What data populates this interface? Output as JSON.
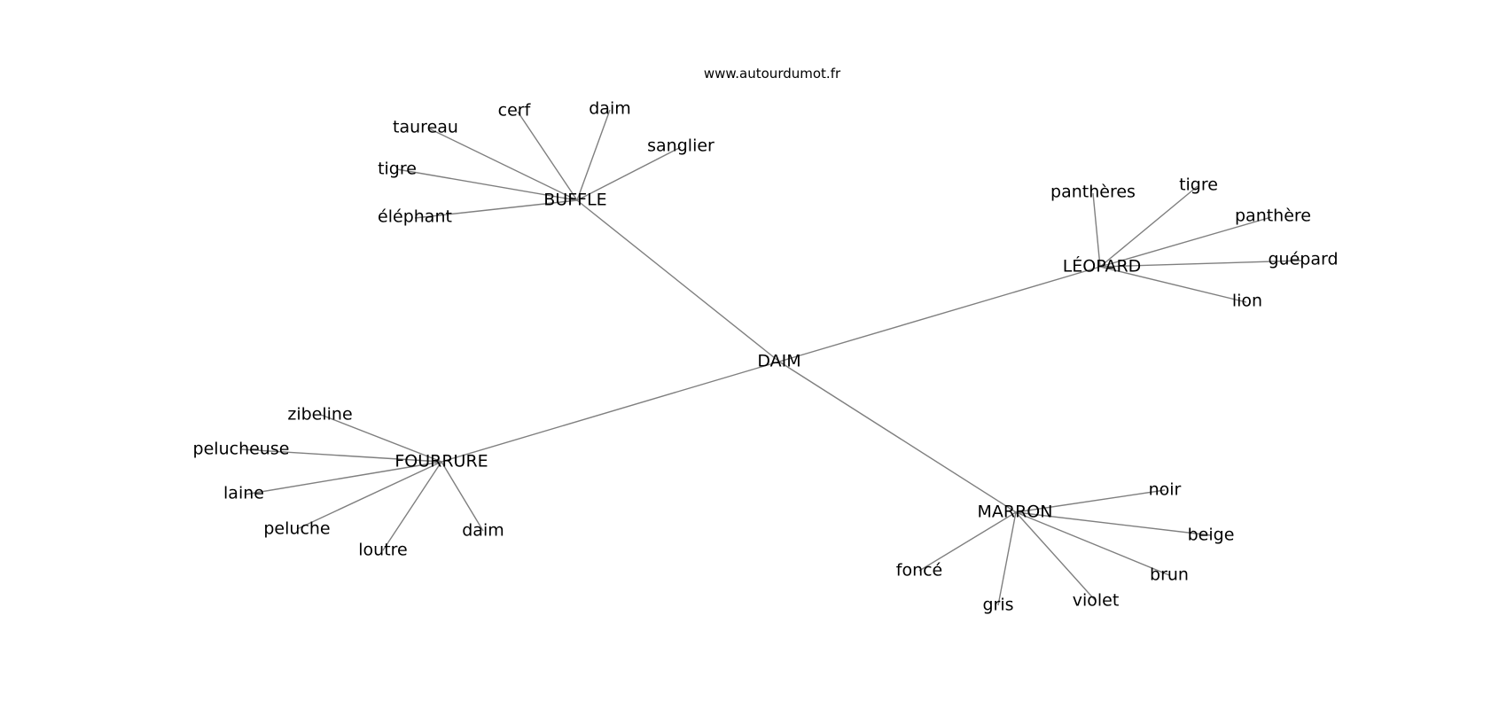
{
  "watermark": "www.autourdumot.fr",
  "colors": {
    "edge": "#7f7f7f",
    "text": "#000000",
    "background": "#ffffff"
  },
  "graph": {
    "root": "DAIM",
    "hubs": [
      {
        "id": "buffle",
        "label": "BUFFLE",
        "leaves": [
          "taureau",
          "cerf",
          "daim",
          "sanglier",
          "tigre",
          "éléphant"
        ]
      },
      {
        "id": "leopard",
        "label": "LÉOPARD",
        "leaves": [
          "panthères",
          "tigre",
          "panthère",
          "guépard",
          "lion"
        ]
      },
      {
        "id": "fourrure",
        "label": "FOURRURE",
        "leaves": [
          "zibeline",
          "pelucheuse",
          "laine",
          "peluche",
          "loutre",
          "daim"
        ]
      },
      {
        "id": "marron",
        "label": "MARRON",
        "leaves": [
          "noir",
          "beige",
          "brun",
          "violet",
          "gris",
          "foncé"
        ]
      }
    ]
  }
}
